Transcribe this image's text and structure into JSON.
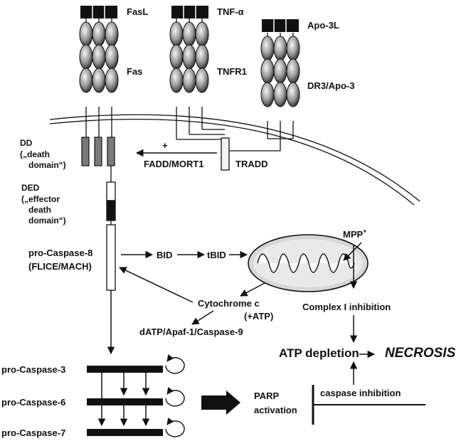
{
  "colors": {
    "ink": "#111111",
    "paper": "#ffffff",
    "oval_light": "#e6e6e6",
    "oval_dark": "#333333",
    "dd_gray": "#7a7a7a"
  },
  "icons": {
    "receptor_domain": "stippled-oval",
    "mitochondrion": "mitochondrion-icon",
    "feedback_loop": "loop-arrow-icon"
  },
  "ligands": {
    "fasl": "FasL",
    "tnf": "TNF-α",
    "apo3l": "Apo-3L"
  },
  "receptors": {
    "fas": "Fas",
    "tnfr1": "TNFR1",
    "dr3": "DR3/Apo-3"
  },
  "adaptors": {
    "tradd": "TRADD",
    "fadd": "FADD/MORT1",
    "plus": "+"
  },
  "domains": {
    "dd": [
      "DD",
      "(„death",
      "domain“)"
    ],
    "ded": [
      "DED",
      "(„effector",
      "death",
      "domain“)"
    ]
  },
  "caspase8": [
    "pro-Caspase-8",
    "(FLICE/MACH)"
  ],
  "bid": "BID",
  "tbid": "tBID",
  "mpp": {
    "base": "MPP",
    "sup": "+"
  },
  "cytochrome": [
    "Cytochrome c",
    "(+ATP)"
  ],
  "apoptosome": "dATP/Apaf-1/Caspase-9",
  "complex1": "Complex I inhibition",
  "atp": "ATP depletion",
  "necrosis": "NECROSIS",
  "caspases": [
    "pro-Caspase-3",
    "pro-Caspase-6",
    "pro-Caspase-7"
  ],
  "parp": [
    "PARP",
    "activation"
  ],
  "caspase_inhibition": "caspase inhibition"
}
